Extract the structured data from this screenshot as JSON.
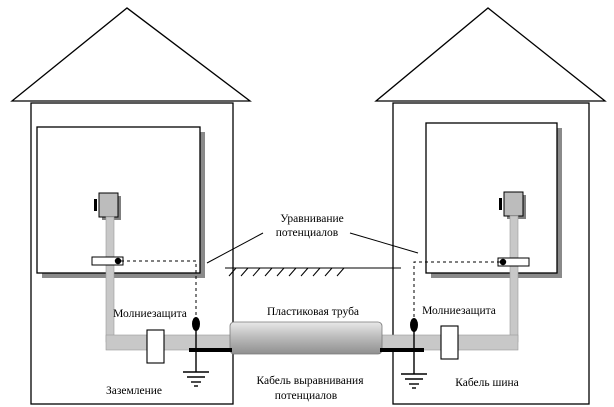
{
  "labels": {
    "equalization": "Уравнивание",
    "potentials": "потенциалов",
    "pipe": "Пластиковая труба",
    "lightning_left": "Молниезащита",
    "lightning_right": "Молниезащита",
    "grounding": "Заземление",
    "cable_line1": "Кабель выравнивания",
    "cable_line2": "потенциалов",
    "bus_cable": "Кабель шина"
  },
  "colors": {
    "line": "#000000",
    "pipe_gray": "#c8c8c8",
    "device_gray": "#b9b9b9",
    "shadow": "#8a8a8a",
    "background": "#ffffff"
  },
  "icons": {
    "ground": "ground-symbol-icon",
    "surge_protector": "surge-protector-icon"
  }
}
